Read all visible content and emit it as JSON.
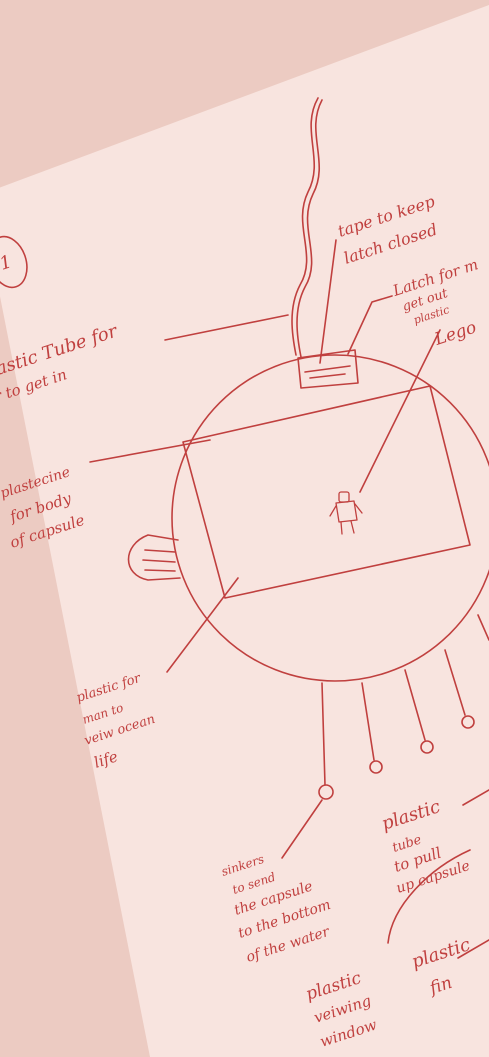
{
  "colors": {
    "background": "#eccbc2",
    "paper": "#f8e4df",
    "ink": "#c0403f"
  },
  "sketch": {
    "number": "1",
    "labels": {
      "tube_line1": "astic Tube for",
      "tube_line2": "r to get in",
      "tape_line1": "tape to keep",
      "tape_line2": "latch closed",
      "latch_line1": "Latch for m",
      "latch_line2": "get out",
      "latch_line3": "plastic",
      "lego": "Lego",
      "plasticine_line1": "plastecine",
      "plasticine_line2": "for body",
      "plasticine_line3": "of capsule",
      "window_line1": "plastic for",
      "window_line2": "man to",
      "window_line3": "veiw ocean",
      "window_line4": "life",
      "sinkers_line1": "sinkers",
      "sinkers_line2": "to send",
      "sinkers_line3": "the capsule",
      "sinkers_line4": "to the bottom",
      "sinkers_line5": "of the water",
      "pull_line1": "plastic",
      "pull_line2": "tube",
      "pull_line3": "to pull",
      "pull_line4": "up capsule",
      "viewing_line1": "plastic",
      "viewing_line2": "veiwing",
      "viewing_line3": "window",
      "fin_line1": "plastic",
      "fin_line2": "fin"
    }
  }
}
